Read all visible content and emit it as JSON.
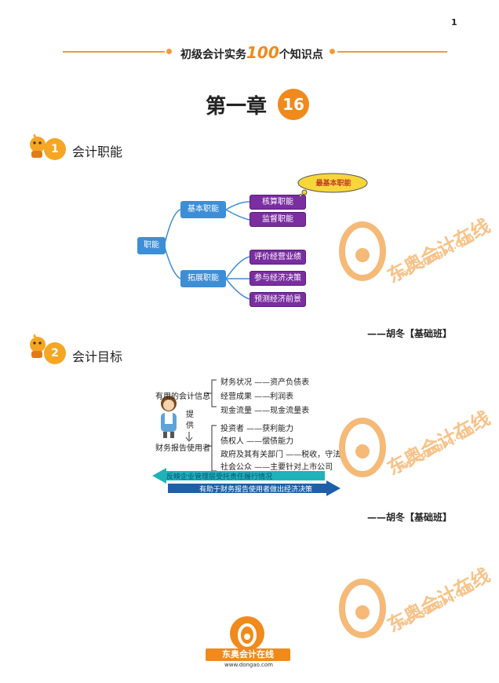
{
  "page_number": "1",
  "header": {
    "title_prefix": "初级会计实务",
    "title_num": "100",
    "title_suffix": "个知识点"
  },
  "chapter": {
    "label": "第一章",
    "number": "16"
  },
  "section1": {
    "number": "1",
    "title": "会计职能",
    "diagram": {
      "root": "职能",
      "basic": "基本职能",
      "extended": "拓展职能",
      "basic_items": [
        "核算职能",
        "监督职能"
      ],
      "extended_items": [
        "评价经营业绩",
        "参与经济决策",
        "预测经济前景"
      ],
      "cloud_note": "最基本职能"
    },
    "author": "——胡冬【基础班】"
  },
  "section2": {
    "number": "2",
    "title": "会计目标",
    "diagram": {
      "info_label": "有用的会计信息",
      "info_items": [
        "财务状况 ——资产负债表",
        "经营成果 ——利润表",
        "现金流量 ——现金流量表"
      ],
      "provide_label": "提供",
      "users_label": "财务报告使用者",
      "user_items": [
        "投资者 ——获利能力",
        "债权人 ——偿债能力",
        "政府及其有关部门 ——税收，守法",
        "社会公众 ——主要针对上市公司"
      ],
      "arrow_left": "反映企业管理层受托责任履行情况",
      "arrow_right": "有助于财务报告使用者做出经济决策"
    },
    "author": "——胡冬【基础班】"
  },
  "watermark": {
    "brand": "东奥会计在线",
    "url": "www.dongao.com"
  },
  "colors": {
    "accent": "#f08a1c",
    "blue": "#3d8ed6",
    "purple": "#7a2ea0",
    "teal": "#1a8fb0"
  }
}
